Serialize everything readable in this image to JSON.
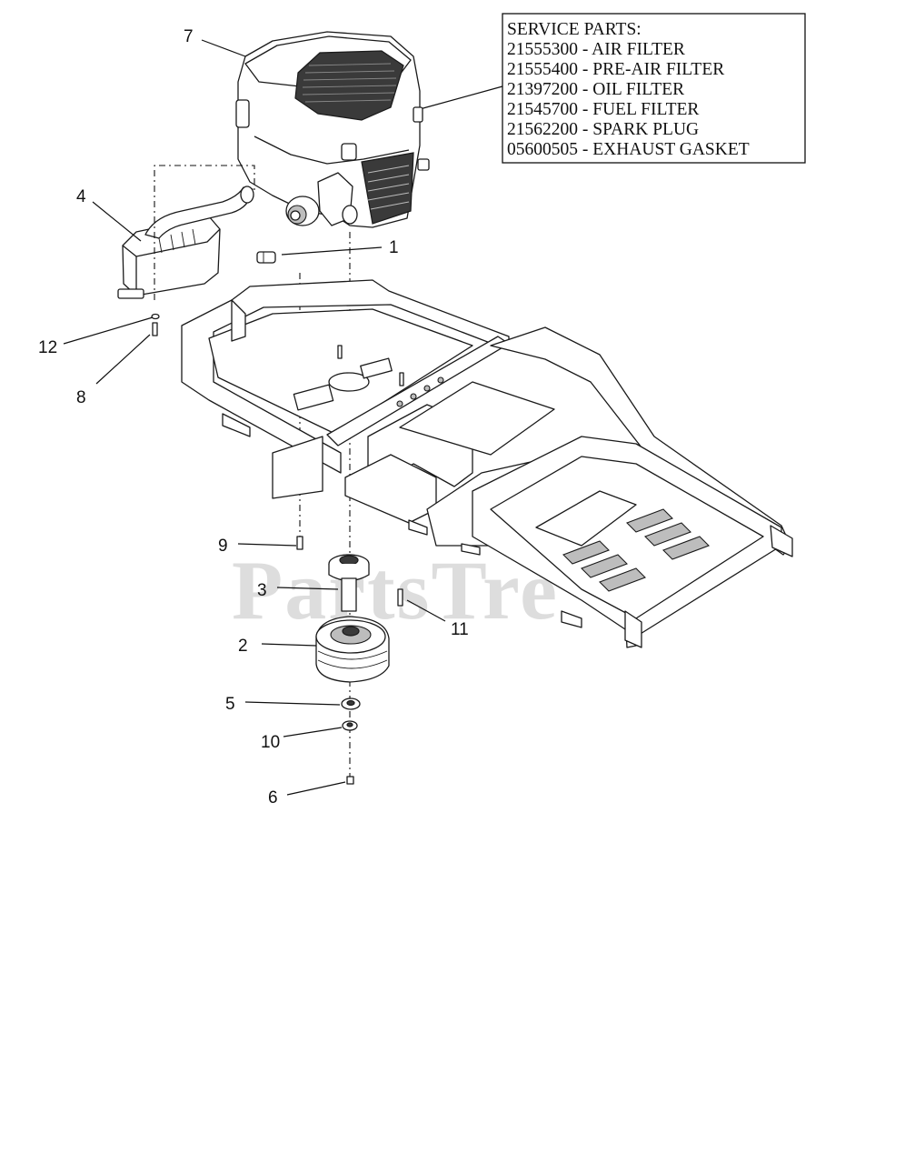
{
  "service_parts": {
    "heading": "SERVICE PARTS:",
    "items": [
      "21555300 - AIR FILTER",
      "21555400 - PRE-AIR FILTER",
      "21397200 - OIL FILTER",
      "21545700 - FUEL FILTER",
      "21562200 - SPARK PLUG",
      "05600505 - EXHAUST GASKET"
    ]
  },
  "callouts": {
    "c1": "1",
    "c2": "2",
    "c3": "3",
    "c4": "4",
    "c5": "5",
    "c6": "6",
    "c7": "7",
    "c8": "8",
    "c9": "9",
    "c10": "10",
    "c11": "11",
    "c12": "12"
  },
  "watermark": "PartsTre"
}
